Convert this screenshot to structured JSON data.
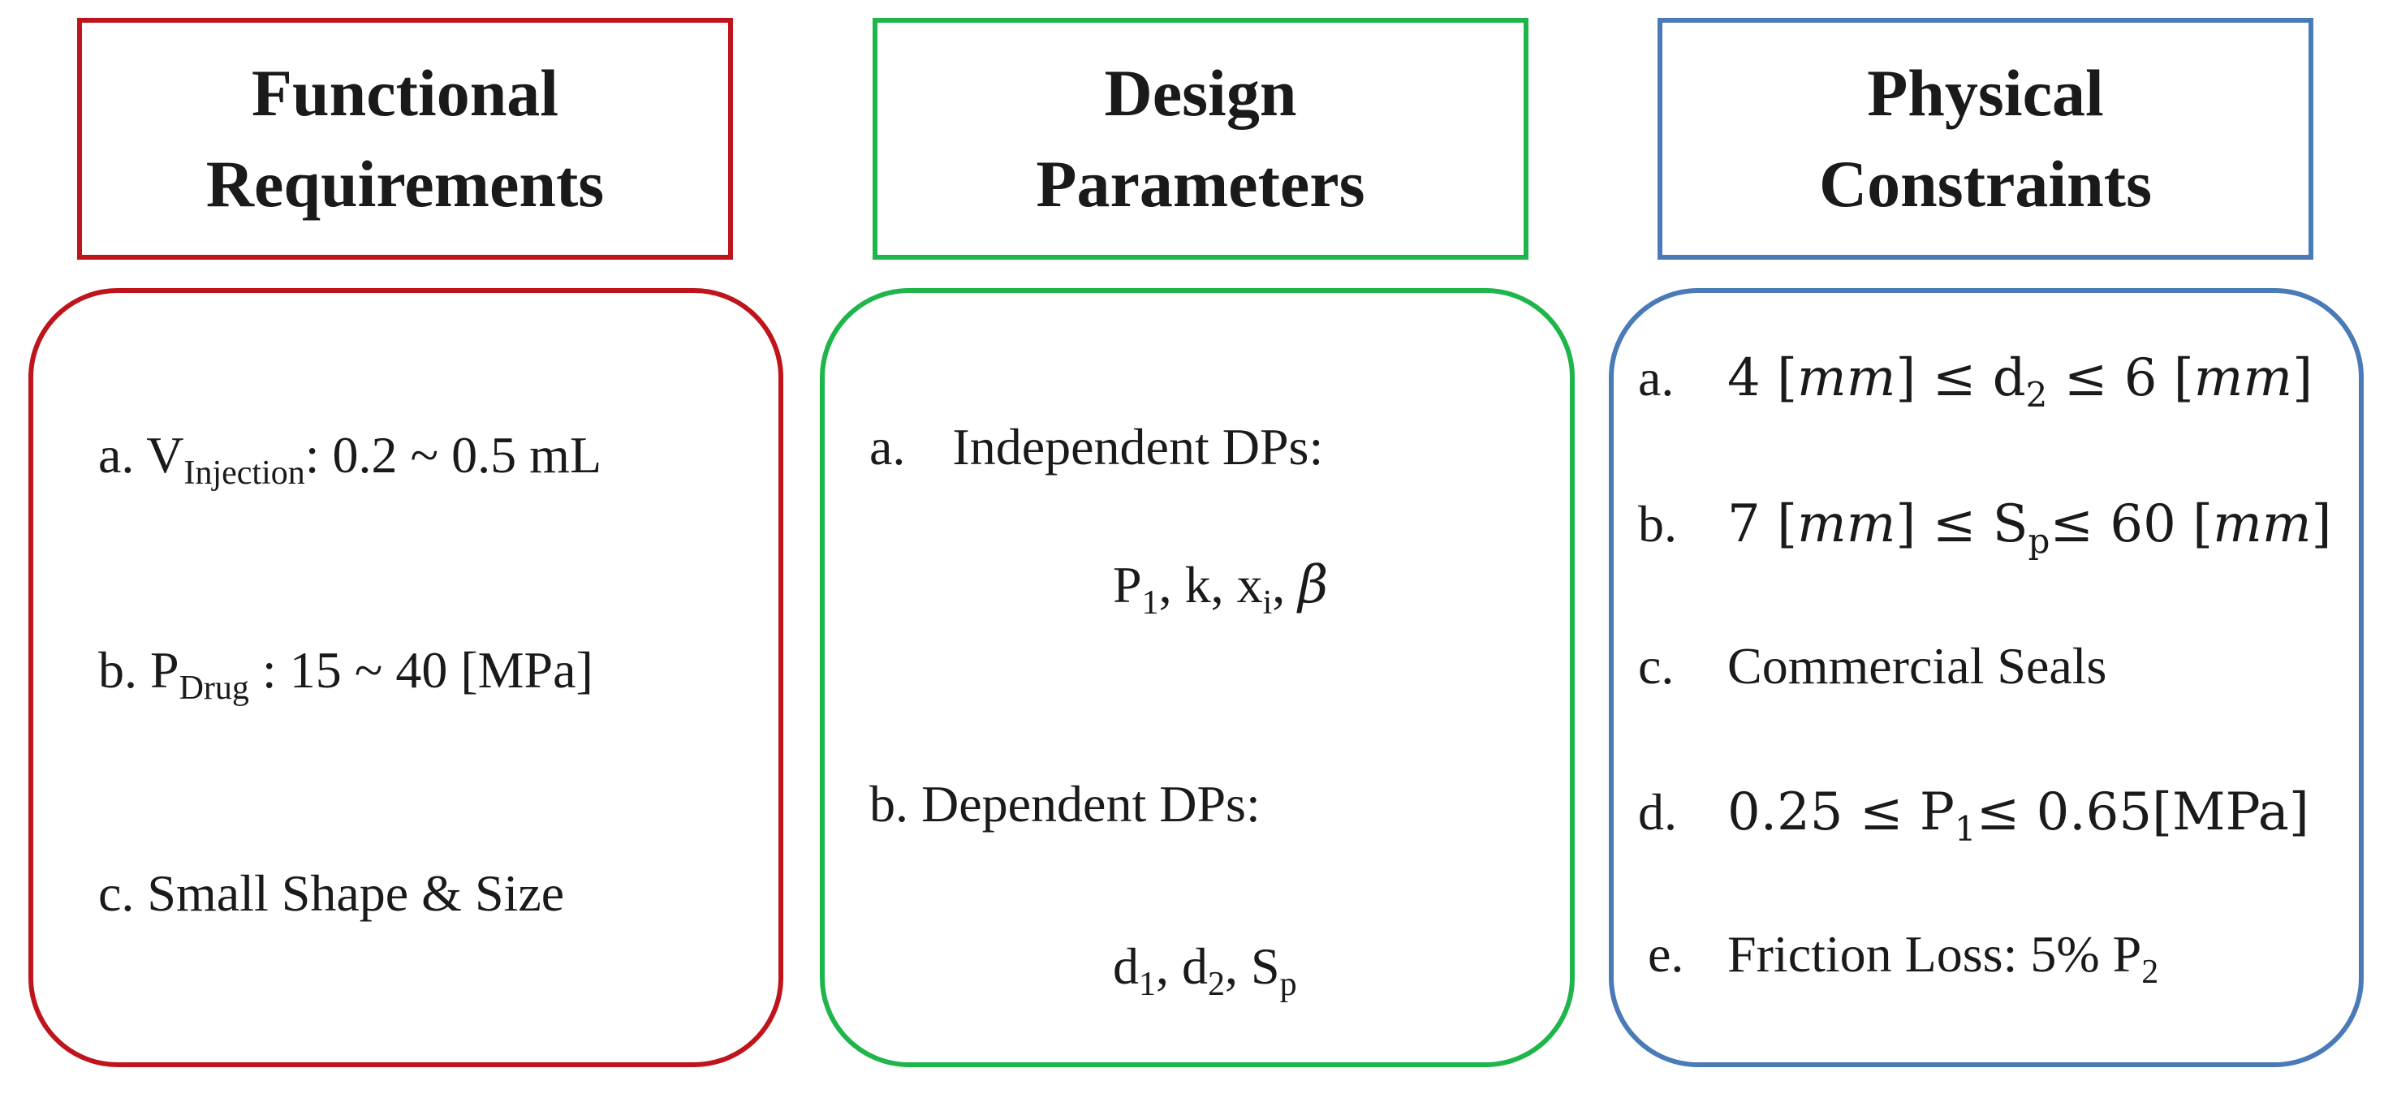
{
  "columns": {
    "functional_requirements": {
      "title_line1": "Functional",
      "title_line2": "Requirements",
      "border_color": "#c0141c",
      "items": {
        "a_marker": "a.",
        "a_var": "V",
        "a_sub": "Injection",
        "a_rest": ": 0.2 ~ 0.5 mL",
        "b_marker": "b.",
        "b_var": "P",
        "b_sub": "Drug",
        "b_rest": " : 15 ~ 40 [MPa]",
        "c_marker": "c.",
        "c_text": "Small Shape & Size"
      }
    },
    "design_parameters": {
      "title_line1": "Design",
      "title_line2": "Parameters",
      "border_color": "#1eb54a",
      "items": {
        "a_marker": "a.",
        "a_label": "Independent DPs:",
        "a_v1": "P",
        "a_v1_sub": "1",
        "a_v2": ", k, x",
        "a_v2_sub": "i",
        "a_v3": ", ",
        "a_beta": "β",
        "b_marker": "b.",
        "b_label": "Dependent DPs:",
        "b_v1": "d",
        "b_v1_sub": "1",
        "b_v2": ", d",
        "b_v2_sub": "2",
        "b_v3": ", S",
        "b_v3_sub": "p"
      }
    },
    "physical_constraints": {
      "title_line1": "Physical",
      "title_line2": "Constraints",
      "border_color": "#4a7ab8",
      "items": {
        "a_marker": "a.",
        "a_pre": "4 [",
        "a_unit1": "mm",
        "a_mid": "] ≤ d",
        "a_sub": "2",
        "a_post": " ≤ 6 [",
        "a_unit2": "mm",
        "a_end": "]",
        "b_marker": "b.",
        "b_pre": "7 [",
        "b_unit1": "mm",
        "b_mid": "] ≤ S",
        "b_sub": "p",
        "b_post": "≤ 60 [",
        "b_unit2": "mm",
        "b_end": "]",
        "c_marker": "c.",
        "c_text": "Commercial Seals",
        "d_marker": "d.",
        "d_pre": "0.25 ≤ P",
        "d_sub": "1",
        "d_post": "≤ 0.65[MPa]",
        "e_marker": "e.",
        "e_pre": "Friction Loss: 5% P",
        "e_sub": "2"
      }
    }
  }
}
